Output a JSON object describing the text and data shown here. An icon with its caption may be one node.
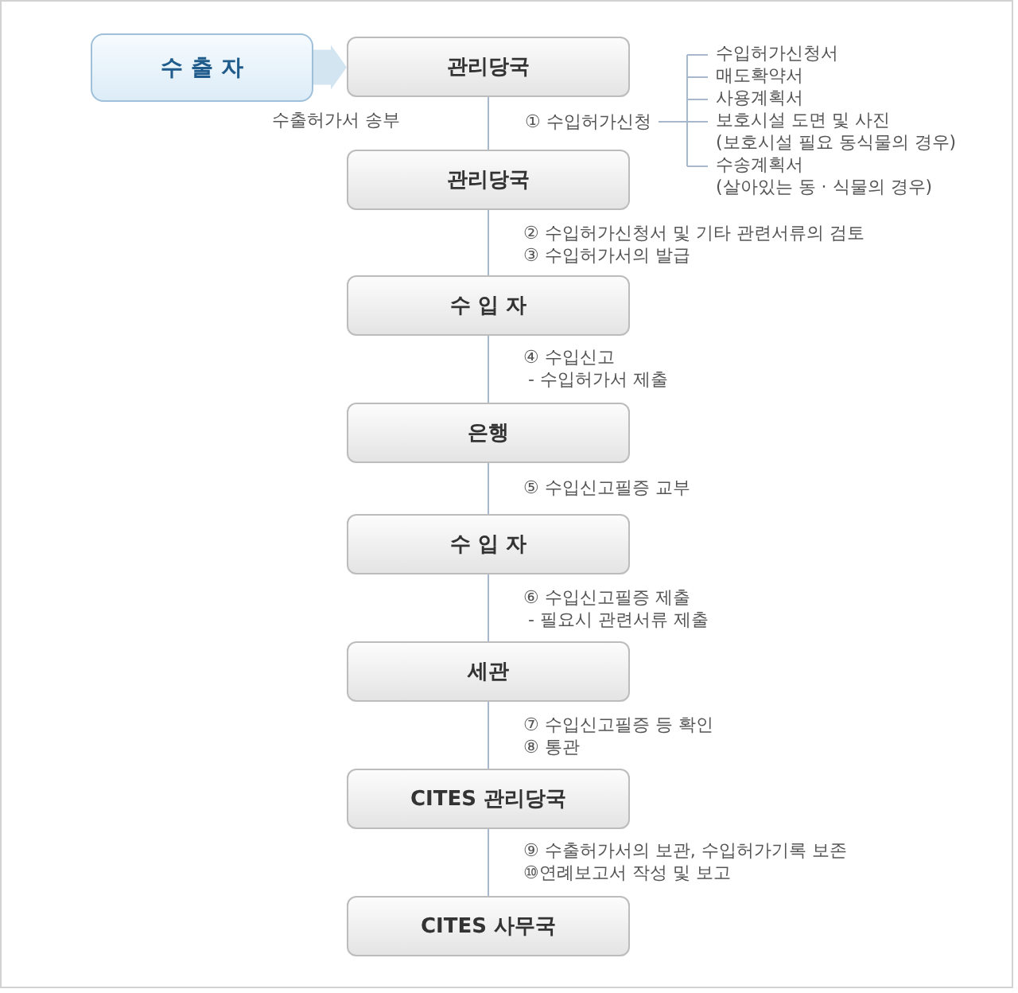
{
  "diagram": {
    "nodes": [
      {
        "text": [
          "수 출 자"
        ]
      },
      {
        "text": [
          "관리당국"
        ]
      },
      {
        "text": [
          "관리당국"
        ]
      },
      {
        "text": [
          "수 입 자"
        ]
      },
      {
        "text": [
          "은행"
        ]
      },
      {
        "text": [
          "수 입 자"
        ]
      },
      {
        "text": [
          "세관"
        ]
      },
      {
        "text": [
          "CITES 관리당국"
        ]
      },
      {
        "text": [
          "CITES 사무국"
        ]
      }
    ],
    "edges": [
      {
        "from": 0,
        "to": 1,
        "arrow": "to",
        "label": "수출허가서 송부",
        "style": "thick",
        "color": "#d3e5f0"
      },
      {
        "from": 1,
        "to": 2,
        "arrow": "none",
        "label": "① 수입허가신청"
      },
      {
        "from": 2,
        "to": 3,
        "arrow": "none",
        "label": "② 수입허가신청서 및 기타 관련서류의 검토 ③ 수입허가서의 발급"
      },
      {
        "from": 3,
        "to": 4,
        "arrow": "none",
        "label": "④ 수입신고 - 수입허가서 제출"
      },
      {
        "from": 4,
        "to": 5,
        "arrow": "none",
        "label": "⑤ 수입신고필증 교부"
      },
      {
        "from": 5,
        "to": 6,
        "arrow": "none",
        "label": "⑥ 수입신고필증 제출 - 필요시 관련서류 제출"
      },
      {
        "from": 6,
        "to": 7,
        "arrow": "none",
        "label": "⑦ 수입신고필증 등 확인 ⑧ 통관"
      },
      {
        "from": 7,
        "to": 8,
        "arrow": "none",
        "label": "⑨ 수출허가서의 보관, 수입허가기록 보존 ⑩연례보고서 작성 및 보고"
      }
    ],
    "labels": [
      "수입허가신청서",
      "매도확약서",
      "사용계획서",
      "보호시설 도면 및 사진 (보호시설 필요 동식물의 경우)",
      "수송계획서 (살아있는 동 · 식물의 경우)"
    ]
  }
}
